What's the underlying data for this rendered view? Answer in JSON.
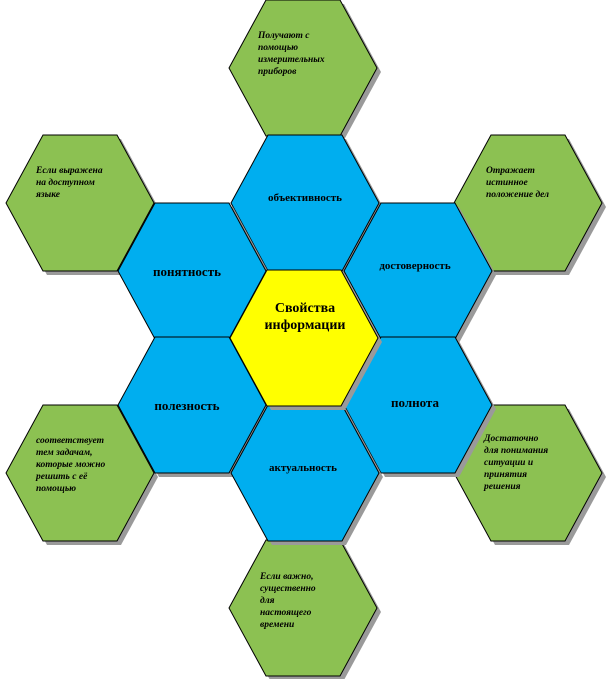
{
  "center": {
    "line1": "Свойства",
    "line2": "информации"
  },
  "properties": {
    "objectivity": "объективность",
    "understandability": "понятность",
    "reliability": "достоверность",
    "usefulness": "полезность",
    "completeness": "полнота",
    "relevance": "актуальность"
  },
  "notes": {
    "top": [
      "Получают с",
      "помощью",
      "измерительных",
      "приборов"
    ],
    "left": [
      "Если выражена",
      "на доступном",
      "языке"
    ],
    "right": [
      "Отражает",
      "истинное",
      "положение дел"
    ],
    "bottom_left": [
      "соответствует",
      "тем задачам,",
      "которые можно",
      "решить с её",
      "помощью"
    ],
    "bottom_right": [
      "Достаточно",
      "для понимания",
      "ситуации и",
      "принятия",
      "решения"
    ],
    "bottom": [
      "Если важно,",
      "существенно",
      "для",
      "настоящего",
      "времени"
    ]
  },
  "colors": {
    "center": "#ffff00",
    "property": "#00aeef",
    "note": "#8cc152",
    "shadow": "#9a9a9a"
  }
}
